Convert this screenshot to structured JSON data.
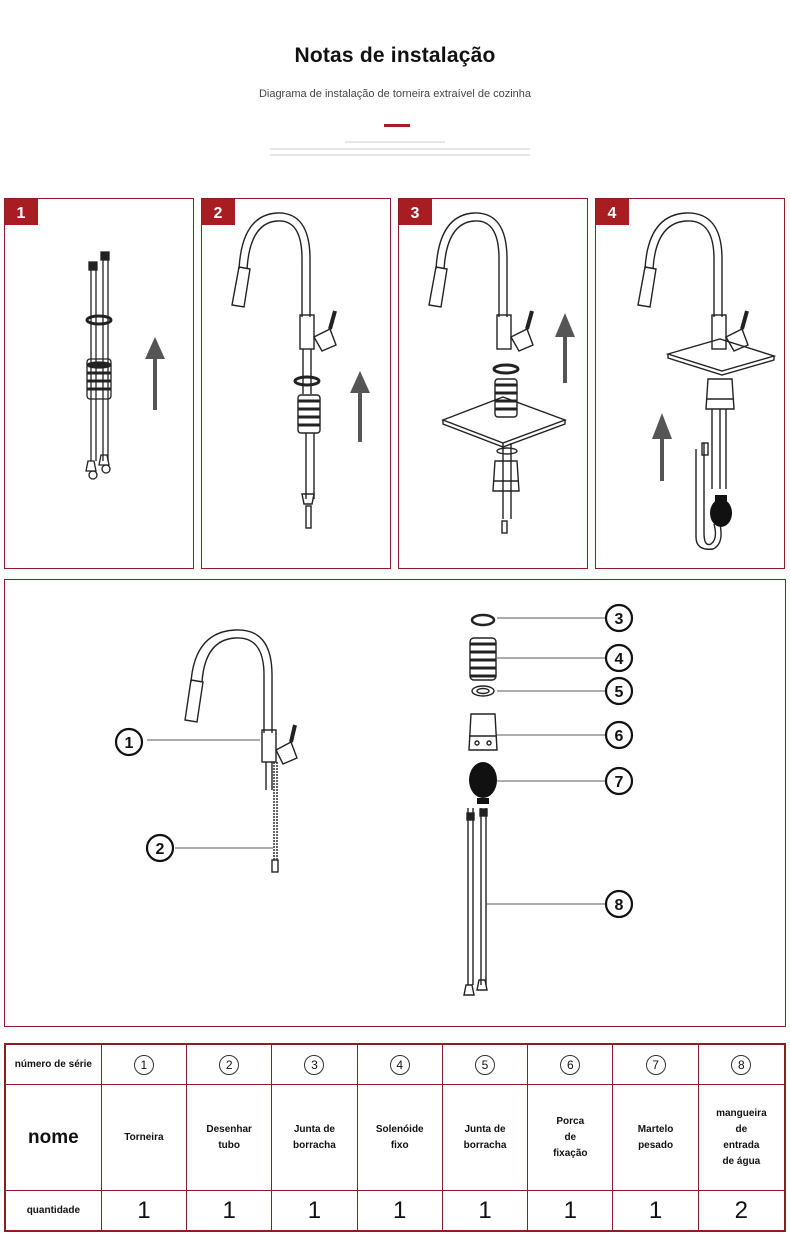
{
  "header": {
    "title": "Notas de instalação",
    "subtitle": "Diagrama de instalação de torneira extraível de cozinha"
  },
  "steps": [
    {
      "number": "1"
    },
    {
      "number": "2"
    },
    {
      "number": "3"
    },
    {
      "number": "4"
    }
  ],
  "callouts": [
    "1",
    "2",
    "3",
    "4",
    "5",
    "6",
    "7",
    "8"
  ],
  "table": {
    "row_labels": {
      "serial": "número de série",
      "name": "nome",
      "quantity": "quantidade"
    },
    "columns": [
      {
        "serial": "1",
        "name": "Torneira",
        "quantity": "1"
      },
      {
        "serial": "2",
        "name": "Desenhar\ntubo",
        "quantity": "1"
      },
      {
        "serial": "3",
        "name": "Junta de\nborracha",
        "quantity": "1"
      },
      {
        "serial": "4",
        "name": "Solenóide\nfixo",
        "quantity": "1"
      },
      {
        "serial": "5",
        "name": "Junta de\nborracha",
        "quantity": "1"
      },
      {
        "serial": "6",
        "name": "Porca\nde\nfixação",
        "quantity": "1"
      },
      {
        "serial": "7",
        "name": "Martelo\npesado",
        "quantity": "1"
      },
      {
        "serial": "8",
        "name": "mangueira\nde\nentrada\nde água",
        "quantity": "2"
      }
    ]
  },
  "colors": {
    "accent": "#a81d22",
    "line": "#222222",
    "arrow": "#555555"
  }
}
